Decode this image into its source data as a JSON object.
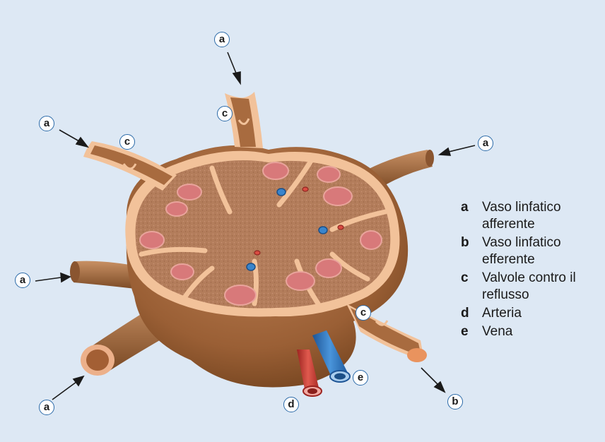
{
  "callouts": {
    "a_top": "a",
    "a_left_upper": "a",
    "a_right": "a",
    "a_left_middle": "a",
    "a_bottom_left": "a",
    "c_top": "c",
    "c_left": "c",
    "c_right": "c",
    "b_bottom_right": "b",
    "d_bottom": "d",
    "e_bottom": "e"
  },
  "legend": [
    {
      "letter": "a",
      "text": "Vaso linfatico afferente"
    },
    {
      "letter": "b",
      "text": "Vaso linfatico efferente"
    },
    {
      "letter": "c",
      "text": "Valvole contro il reflusso"
    },
    {
      "letter": "d",
      "text": "Arteria"
    },
    {
      "letter": "e",
      "text": "Vena"
    }
  ],
  "colors": {
    "background": "#dde8f4",
    "tissue_outer": "#a86b3f",
    "tissue_cut": "#f2c29a",
    "tissue_inner": "#b07a58",
    "follicle": "#d8797a",
    "artery": "#d0413a",
    "vein": "#2f77c0",
    "callout_border": "#2b6aa8"
  }
}
